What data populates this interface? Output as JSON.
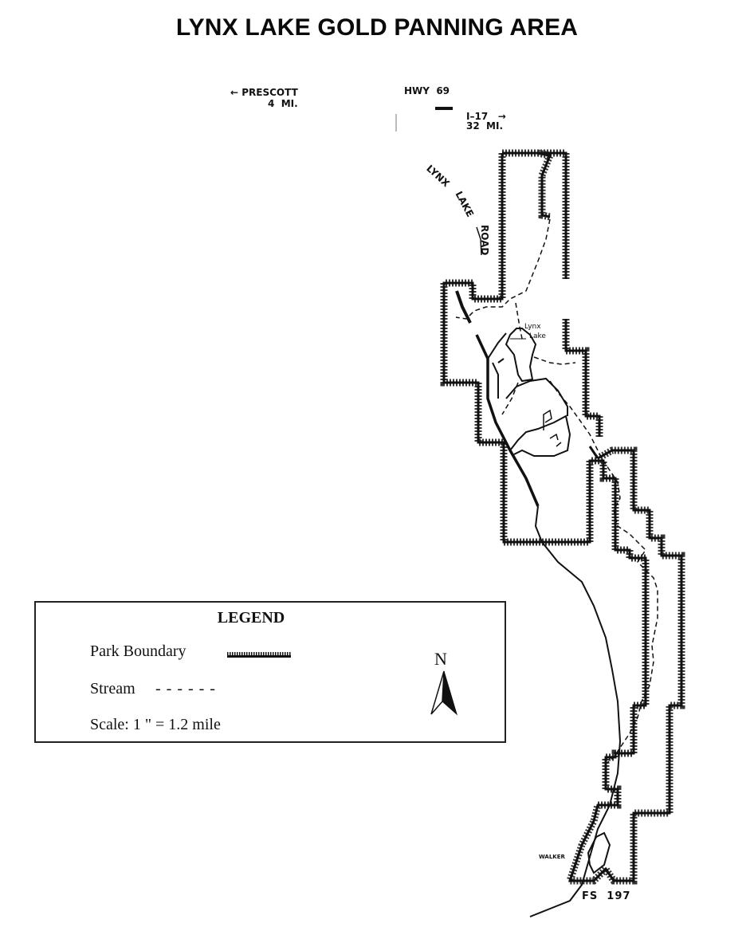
{
  "title": "LYNX LAKE GOLD PANNING AREA",
  "map_labels": {
    "prescott_line1": "← PRESCOTT",
    "prescott_line2": "4  MI.",
    "hwy": "HWY  69",
    "i17_line1": "I–17   →",
    "i17_line2": "32  MI.",
    "road_lynx": "LYNX",
    "road_lake": "LAKE",
    "road_road": "ROAD",
    "lake_line1": "Lynx",
    "lake_line2": "Lake",
    "walker": "WALKER",
    "fs": "FS  197"
  },
  "legend": {
    "title": "LEGEND",
    "park_boundary_label": "Park Boundary",
    "stream_label": "Stream",
    "stream_symbol": "- - - - - -",
    "scale_label": "Scale:  1 \" =  1.2 mile",
    "north_label": "N"
  },
  "colors": {
    "ink": "#111111",
    "background": "#ffffff"
  }
}
